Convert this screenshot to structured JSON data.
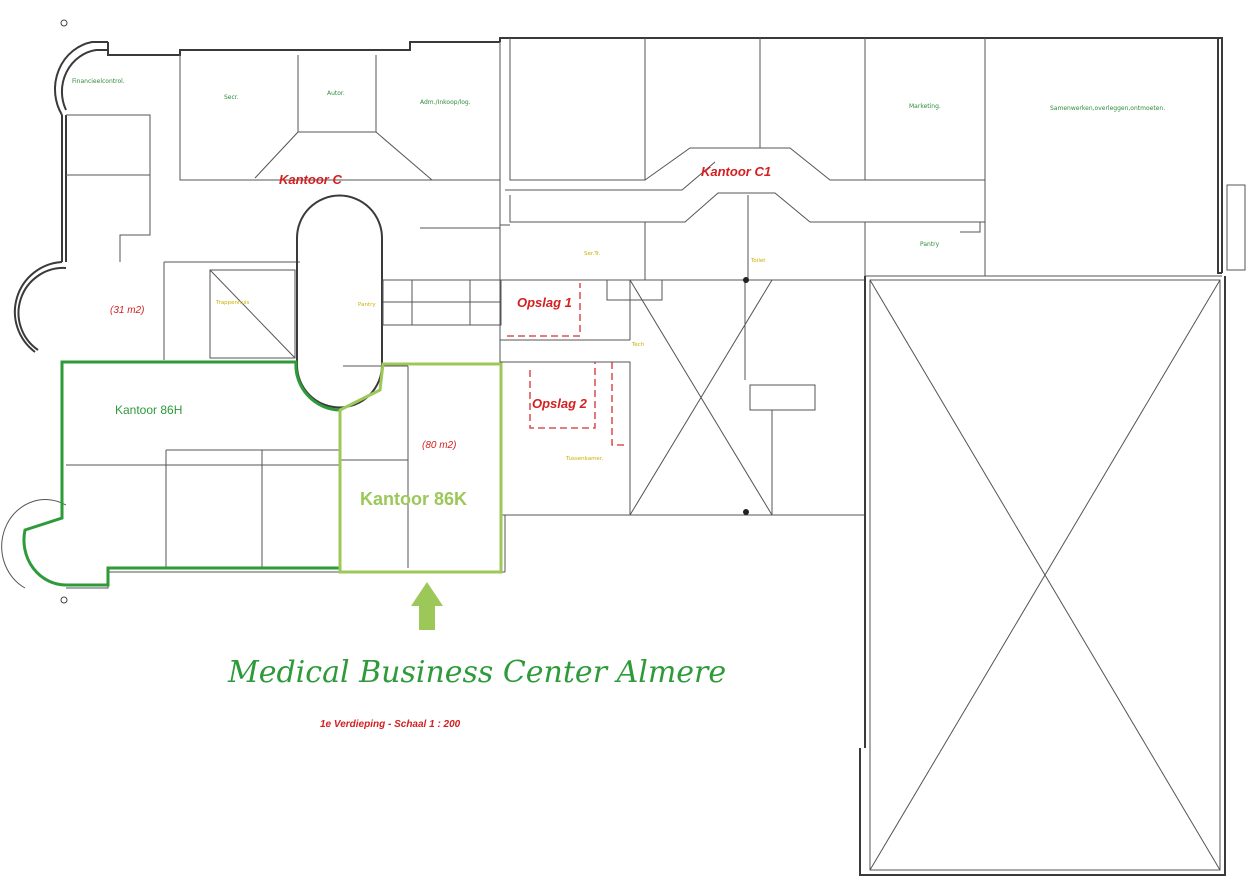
{
  "labels": {
    "finance": "Financieelcontrol.",
    "secr": "Secr.",
    "autor": "Autor.",
    "adm": "Adm./Inkoop/log.",
    "marketing": "Marketing.",
    "samenwerken": "Samenwerken,overleggen,ontmoeten.",
    "pantry": "Pantry",
    "kantoor_c": "Kantoor C",
    "kantoor_c1": "Kantoor C1",
    "area_31": "(31 m2)",
    "area_80": "(80 m2)",
    "opslag1": "Opslag 1",
    "opslag2": "Opslag 2",
    "kantoor_86h": "Kantoor 86H",
    "kantoor_86k": "Kantoor 86K",
    "trap": "Trappenhuis",
    "pantry_small": "Pantry",
    "serv": "Ser.Tr.",
    "toilet": "Toilet",
    "tech": "Tech",
    "tussen": "Tussenkamer."
  },
  "title": "Medical Business Center Almere",
  "subtitle": "1e Verdieping - Schaal 1 : 200",
  "colors": {
    "wall": "#3a3a3a",
    "highlight_86h": "#2e9a3a",
    "highlight_86k": "#9cc85a",
    "label_red": "#d42020",
    "room_text_green": "#2e8b3a",
    "room_text_yellow": "#c9b000"
  },
  "icons": {
    "arrow": "arrow-up-icon"
  }
}
